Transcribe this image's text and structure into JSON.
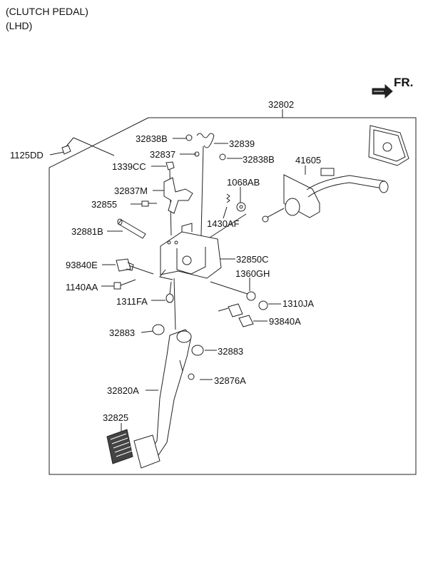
{
  "header": {
    "line1": "(CLUTCH PEDAL)",
    "line2": "(LHD)"
  },
  "direction": {
    "label": "FR."
  },
  "assembly": {
    "label": "32802"
  },
  "parts": [
    "32838B",
    "32839",
    "32837",
    "32838B",
    "1125DD",
    "1339CC",
    "41605",
    "1068AB",
    "32837M",
    "32855",
    "1430AF",
    "32881B",
    "32850C",
    "93840E",
    "1360GH",
    "1140AA",
    "1311FA",
    "1310JA",
    "93840A",
    "32883",
    "32883",
    "32876A",
    "32820A",
    "32825"
  ],
  "colors": {
    "line": "#222222",
    "part_fill": "#ffffff",
    "pad_fill": "#444444"
  }
}
